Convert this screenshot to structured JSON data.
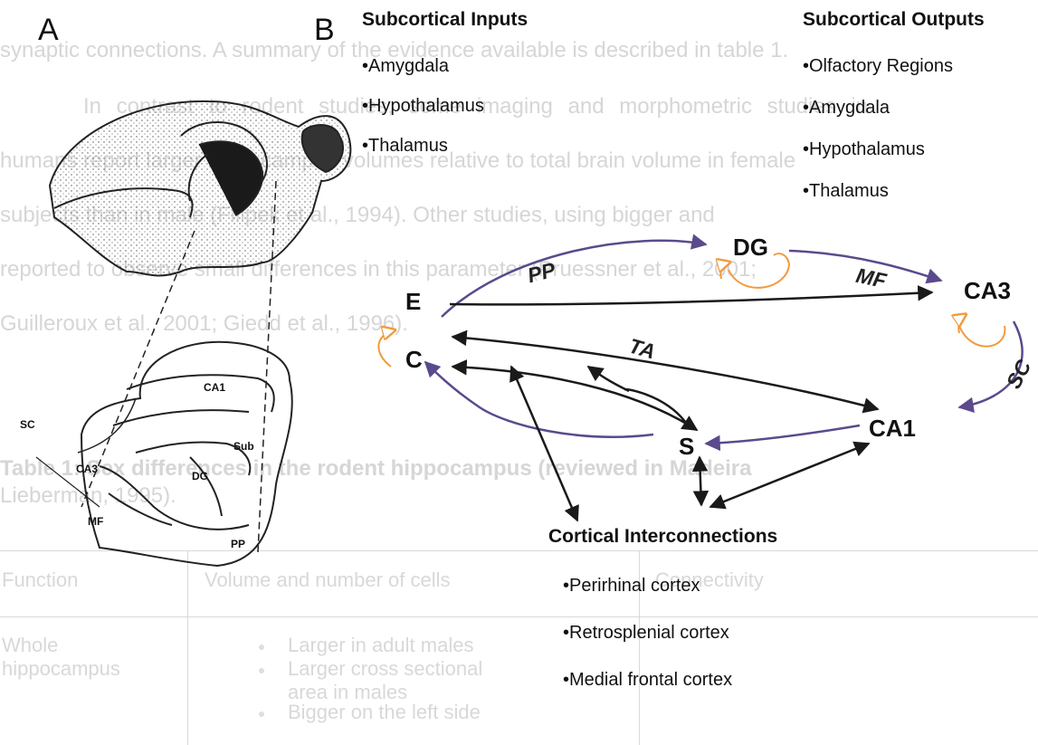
{
  "background": {
    "lines": [
      "synaptic connections.  A summary of the evidence available is described in table 1.",
      "In contrast to rodent studies, some imaging and morphometric studies in",
      "humans report larger hippocampus volumes relative to total brain volume in female",
      "subjects than in male (Filipek et al., 1994). Other studies, using bigger and",
      "reported to observe small differences in this parameter (Pruessner et al., 2001;",
      "Guilleroux et al., 2001; Giedd et al., 1996)."
    ],
    "table_caption_lines": [
      "Table 1: Sex differences in the rodent hippocampus (reviewed in Madeira",
      "Lieberman, 1995)."
    ],
    "table_headers": [
      "Function",
      "Volume  and number of cells",
      "Connectivity"
    ],
    "table_row_label": [
      "Whole",
      "hippocampus"
    ],
    "table_bullets": [
      "Larger in adult males",
      "Larger cross sectional",
      "area in males",
      "Bigger on the left side"
    ]
  },
  "panels": {
    "a": "A",
    "b": "B"
  },
  "sketch_labels": {
    "sc": "SC",
    "ca1": "CA1",
    "ca3": "CA3",
    "dg": "DG",
    "sub": "Sub",
    "mf": "MF",
    "pp": "PP"
  },
  "subcortical_inputs": {
    "heading": "Subcortical Inputs",
    "items": [
      "•Amygdala",
      "•Hypothalamus",
      "•Thalamus"
    ]
  },
  "subcortical_outputs": {
    "heading": "Subcortical Outputs",
    "items": [
      "•Olfactory Regions",
      "•Amygdala",
      "•Hypothalamus",
      "•Thalamus"
    ]
  },
  "cortical_interconnections": {
    "heading": "Cortical Interconnections",
    "items": [
      "•Perirhinal cortex",
      "•Retrosplenial cortex",
      "•Medial frontal cortex"
    ]
  },
  "nodes": {
    "e": "E",
    "c": "C",
    "dg": "DG",
    "ca3": "CA3",
    "ca1": "CA1",
    "s": "S"
  },
  "pathways": {
    "pp": "PP",
    "mf": "MF",
    "sc": "SC",
    "ta": "TA"
  },
  "colors": {
    "purple": "#5b4a8c",
    "orange": "#f29a3c",
    "dark": "#1a1a1a"
  }
}
